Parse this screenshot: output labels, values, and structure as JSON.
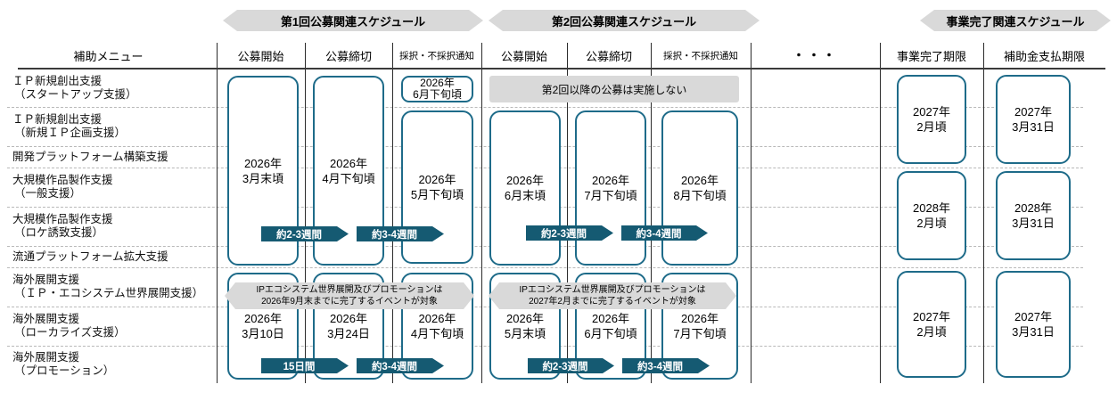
{
  "header_banners": {
    "round1": "第1回公募関連スケジュール",
    "round2": "第2回公募関連スケジュール",
    "completion": "事業完了関連スケジュール"
  },
  "columns": {
    "menu": "補助メニュー",
    "r1_start": "公募開始",
    "r1_deadline": "公募締切",
    "r1_notice": "採択・不採択通知",
    "r2_start": "公募開始",
    "r2_deadline": "公募締切",
    "r2_notice": "採択・不採択通知",
    "ellipsis": "・・・",
    "completion_deadline": "事業完了期限",
    "payment_deadline": "補助金支払期限"
  },
  "rows": [
    {
      "line1": "ＩＰ新規創出支援",
      "line2": "（スタートアップ支援）"
    },
    {
      "line1": "ＩＰ新規創出支援",
      "line2": "（新規ＩＰ企画支援）"
    },
    {
      "line1": "開発プラットフォーム構築支援",
      "line2": ""
    },
    {
      "line1": "大規模作品製作支援",
      "line2": "（一般支援）"
    },
    {
      "line1": "大規模作品製作支援",
      "line2": "（ロケ誘致支援）"
    },
    {
      "line1": "流通プラットフォーム拡大支援",
      "line2": ""
    },
    {
      "line1": "海外展開支援",
      "line2": "（ＩＰ・エコシステム世界展開支援）"
    },
    {
      "line1": "海外展開支援",
      "line2": "（ローカライズ支援）"
    },
    {
      "line1": "海外展開支援",
      "line2": "（プロモーション）"
    }
  ],
  "round1": {
    "notice_row1": "2026年\n6月下旬頃",
    "start": "2026年\n3月末頃",
    "deadline": "2026年\n4月下旬頃",
    "notice": "2026年\n5月下旬頃",
    "arrow1": "約2-3週間",
    "arrow2": "約3-4週間",
    "overseas": {
      "banner": "IPエコシステム世界展開及びプロモーションは\n2026年9月末までに完了するイベントが対象",
      "start": "2026年\n3月10日",
      "deadline": "2026年\n3月24日",
      "notice": "2026年\n4月下旬頃",
      "arrow1": "15日間",
      "arrow2": "約3-4週間"
    }
  },
  "round2": {
    "no_second_round_notice": "第2回以降の公募は実施しない",
    "start": "2026年\n6月末頃",
    "deadline": "2026年\n7月下旬頃",
    "notice": "2026年\n8月下旬頃",
    "arrow1": "約2-3週間",
    "arrow2": "約3-4週間",
    "overseas": {
      "banner": "IPエコシステム世界展開及びプロモーションは\n2027年2月までに完了するイベントが対象",
      "start": "2026年\n5月末頃",
      "deadline": "2026年\n6月下旬頃",
      "notice": "2026年\n7月下旬頃",
      "arrow1": "約2-3週間",
      "arrow2": "約3-4週間"
    }
  },
  "completion": {
    "group1": {
      "complete": "2027年\n2月頃",
      "payment": "2027年\n3月31日"
    },
    "group2": {
      "complete": "2028年\n2月頃",
      "payment": "2028年\n3月31日"
    },
    "group3": {
      "complete": "2027年\n2月頃",
      "payment": "2027年\n3月31日"
    }
  },
  "colors": {
    "box_border": "#1e6b89",
    "arrow_fill": "#155a72",
    "banner_gray": "#d9d9d9"
  }
}
